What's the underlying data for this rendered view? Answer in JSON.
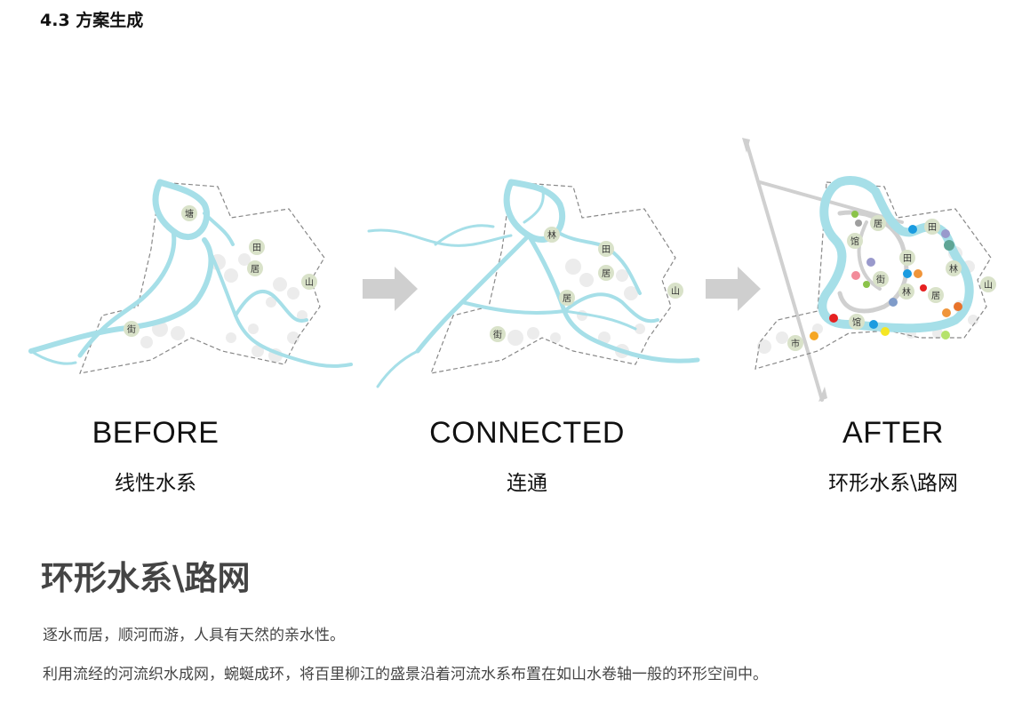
{
  "section_heading": "4.3 方案生成",
  "stages": [
    {
      "title": "BEFORE",
      "subtitle": "线性水系",
      "nodes": [
        "塘",
        "田",
        "居",
        "山",
        "街"
      ]
    },
    {
      "title": "CONNECTED",
      "subtitle": "连通",
      "nodes": [
        "林",
        "田",
        "居",
        "居",
        "山",
        "街"
      ]
    },
    {
      "title": "AFTER",
      "subtitle": "环形水系\\路网",
      "nodes": [
        "居",
        "田",
        "馆",
        "田",
        "林",
        "街",
        "林",
        "居",
        "馆",
        "山",
        "市"
      ]
    }
  ],
  "main_heading": "环形水系\\路网",
  "paragraphs": [
    "逐水而居，顺河而游，人具有天然的亲水性。",
    "利用流经的河流织水成网，蜿蜒成环，将百里柳江的盛景沿着河流水系布置在如山水卷轴一般的环形空间中。"
  ],
  "colors": {
    "river": "#a6dfe8",
    "boundary": "#888888",
    "node_fill": "#d9e2c9",
    "faded_circle": "#e8e8e8",
    "road": "#d0d0d0",
    "arrow": "#cfcfcf"
  }
}
